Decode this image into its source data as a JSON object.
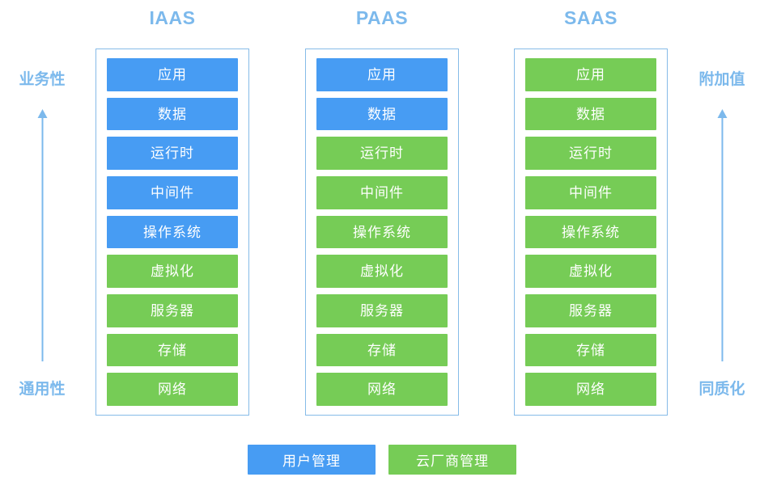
{
  "diagram": {
    "title_color": "#7cb9ec",
    "blue": "#479cf3",
    "green": "#76cc56",
    "border_color": "#86bbe8"
  },
  "columns": [
    {
      "title": "IAAS",
      "layers": [
        {
          "label": "应用",
          "color": "blue"
        },
        {
          "label": "数据",
          "color": "blue"
        },
        {
          "label": "运行时",
          "color": "blue"
        },
        {
          "label": "中间件",
          "color": "blue"
        },
        {
          "label": "操作系统",
          "color": "blue"
        },
        {
          "label": "虚拟化",
          "color": "green"
        },
        {
          "label": "服务器",
          "color": "green"
        },
        {
          "label": "存储",
          "color": "green"
        },
        {
          "label": "网络",
          "color": "green"
        }
      ]
    },
    {
      "title": "PAAS",
      "layers": [
        {
          "label": "应用",
          "color": "blue"
        },
        {
          "label": "数据",
          "color": "blue"
        },
        {
          "label": "运行时",
          "color": "green"
        },
        {
          "label": "中间件",
          "color": "green"
        },
        {
          "label": "操作系统",
          "color": "green"
        },
        {
          "label": "虚拟化",
          "color": "green"
        },
        {
          "label": "服务器",
          "color": "green"
        },
        {
          "label": "存储",
          "color": "green"
        },
        {
          "label": "网络",
          "color": "green"
        }
      ]
    },
    {
      "title": "SAAS",
      "layers": [
        {
          "label": "应用",
          "color": "green"
        },
        {
          "label": "数据",
          "color": "green"
        },
        {
          "label": "运行时",
          "color": "green"
        },
        {
          "label": "中间件",
          "color": "green"
        },
        {
          "label": "操作系统",
          "color": "green"
        },
        {
          "label": "虚拟化",
          "color": "green"
        },
        {
          "label": "服务器",
          "color": "green"
        },
        {
          "label": "存储",
          "color": "green"
        },
        {
          "label": "网络",
          "color": "green"
        }
      ]
    }
  ],
  "axes": {
    "left": {
      "top_label": "业务性",
      "bottom_label": "通用性"
    },
    "right": {
      "top_label": "附加值",
      "bottom_label": "同质化"
    }
  },
  "legend": [
    {
      "label": "用户管理",
      "color": "blue"
    },
    {
      "label": "云厂商管理",
      "color": "green"
    }
  ]
}
